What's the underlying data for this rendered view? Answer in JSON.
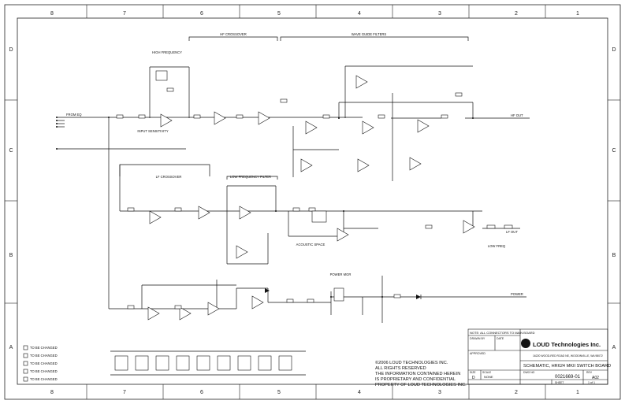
{
  "grid": {
    "cols": [
      "8",
      "7",
      "6",
      "5",
      "4",
      "3",
      "2",
      "1"
    ],
    "rows": [
      "D",
      "C",
      "B",
      "A"
    ]
  },
  "sections": {
    "hf_crossover": "HF CROSSOVER",
    "wave_guide_filters": "WAVE GUIDE FILTERS",
    "high_frequency": "HIGH FREQUENCY",
    "lf_crossover": "LF CROSSOVER",
    "low_frequency_filter": "LOW FREQUENCY FILTER",
    "acoustic_space": "ACOUSTIC SPACE",
    "low_freq": "LOW FREQ",
    "power_mgr": "POWER MGR",
    "input_sensitivity": "INPUT SENSITIVITY"
  },
  "nets": {
    "from_eq": "FROM EQ",
    "hf_out": "HF OUT",
    "lf_out": "LF OUT",
    "power": "POWER"
  },
  "legend": [
    "TO BE CHANGED",
    "TO BE CHANGED",
    "TO BE CHANGED",
    "TO BE CHANGED",
    "TO BE CHANGED"
  ],
  "notes": {
    "connectors": "NOTE: ALL CONNECTORS TO MAIN BOARD"
  },
  "copyright": [
    "©2006 LOUD TECHNOLOGIES INC.",
    "ALL RIGHTS RESERVED",
    "THE INFORMATION CONTAINED HEREIN",
    "IS PROPRIETARY AND CONFIDENTIAL",
    "PROPERTY OF LOUD TECHNOLOGIES INC."
  ],
  "title_block": {
    "company": "LOUD Technologies Inc.",
    "address": "16220 WOOD-RED ROAD NE, WOODINVILLE, WA 98072",
    "title": "SCHEMATIC, HR624 MKII SWITCH BOARD",
    "doc_number": "0021669-01",
    "rev": "A02",
    "size": "D",
    "scale": "NONE",
    "sheet": "1 of 1",
    "drawn_by_label": "DRAWN BY",
    "date_label": "DATE",
    "approved_label": "APPROVED",
    "size_label": "SIZE",
    "scale_label": "SCALE",
    "dwg_label": "DWG NO",
    "rev_label": "REV",
    "sheet_label": "SHEET"
  }
}
